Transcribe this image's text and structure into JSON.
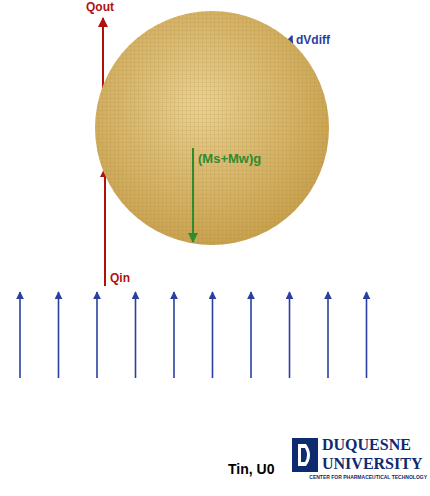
{
  "diagram": {
    "nodes": [
      {
        "text": [
          "(Ms+Mw)g"
        ]
      }
    ],
    "labels": [
      "Qout",
      "dVdiff",
      "Qin",
      "Tin, U0",
      "DUQUESNE",
      "UNIVERSITY",
      "CENTER FOR PHARMACEUTICAL TECHNOLOGY"
    ]
  }
}
